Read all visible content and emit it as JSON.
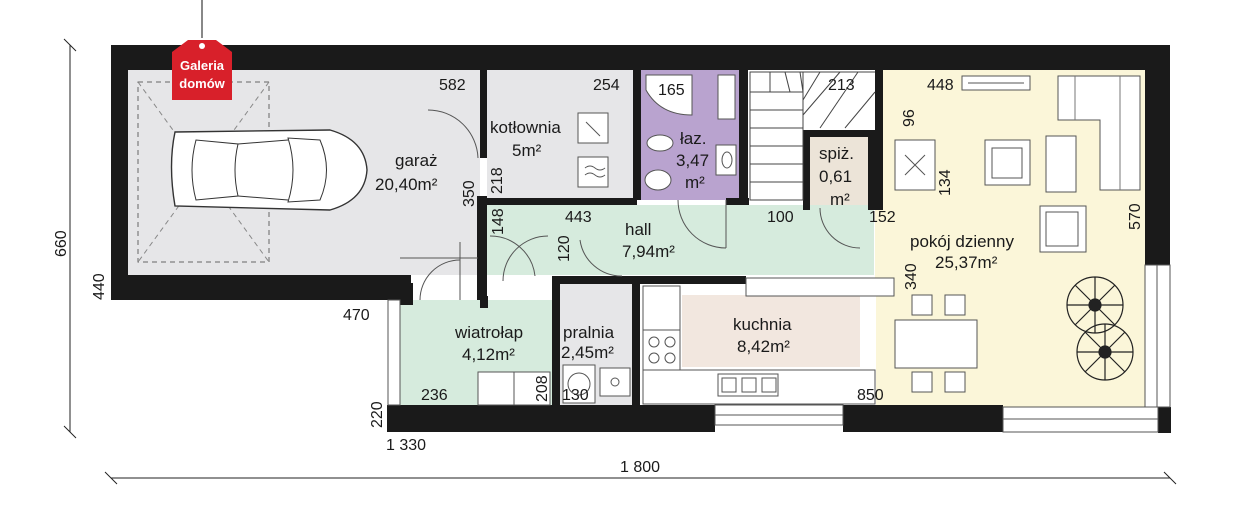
{
  "logo": {
    "line1": "Galeria",
    "line2": "domów"
  },
  "rooms": {
    "garage": {
      "name": "garaż",
      "area": "20,40m²"
    },
    "boiler": {
      "name": "kotłownia",
      "area": "5m²"
    },
    "bathroom": {
      "name": "łaz.",
      "area": "3,47",
      "unit": "m²"
    },
    "pantry": {
      "name": "spiż.",
      "area": "0,61",
      "unit": "m²"
    },
    "hall": {
      "name": "hall",
      "area": "7,94m²"
    },
    "living": {
      "name": "pokój dzienny",
      "area": "25,37m²"
    },
    "vestibule": {
      "name": "wiatrołap",
      "area": "4,12m²"
    },
    "laundry": {
      "name": "pralnia",
      "area": "2,45m²"
    },
    "kitchen": {
      "name": "kuchnia",
      "area": "8,42m²"
    }
  },
  "dimensions": {
    "d582": "582",
    "d254": "254",
    "d165": "165",
    "d213": "213",
    "d448": "448",
    "d96": "96",
    "d218": "218",
    "d350": "350",
    "d148": "148",
    "d443": "443",
    "d120": "120",
    "d100": "100",
    "d152": "152",
    "d134": "134",
    "d570": "570",
    "d340": "340",
    "d470": "470",
    "d236": "236",
    "d208": "208",
    "d130": "130",
    "d850": "850",
    "d220": "220",
    "d1330": "1 330",
    "d1800": "1 800",
    "d660": "660",
    "d440": "440"
  },
  "colors": {
    "garage": "#e6e6e8",
    "boiler": "#e6e6e8",
    "bathroom": "#b9a3cf",
    "pantry": "#ece4d8",
    "hall": "#d6ebdd",
    "living": "#fbf6d9",
    "vestibule": "#d6ebdd",
    "laundry": "#e6e6e8",
    "kitchen_floor": "#ffffff",
    "kitchen_island": "#f2e7df",
    "wall": "#1a1a1a",
    "logo": "#d8202a"
  }
}
